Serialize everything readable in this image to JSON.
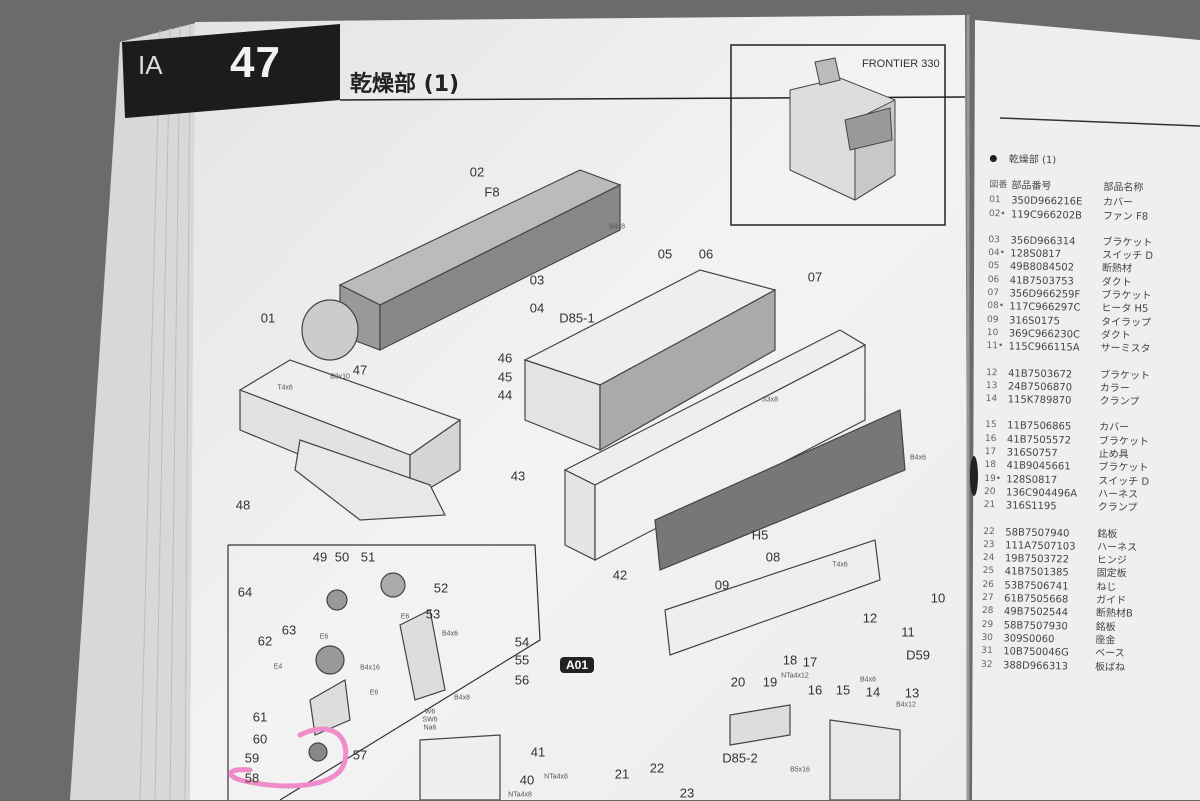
{
  "header": {
    "section_mark": "IA",
    "chapter_number": "47",
    "title": "乾燥部 (1)",
    "model_label": "FRONTIER 330"
  },
  "diagram": {
    "inset_badge": "A01",
    "part_labels": [
      "02",
      "F8",
      "01",
      "03",
      "04",
      "D85-1",
      "05",
      "06",
      "07",
      "46",
      "45",
      "44",
      "47",
      "43",
      "48",
      "42",
      "H5",
      "08",
      "09",
      "10",
      "11",
      "12",
      "D59",
      "17",
      "18",
      "20",
      "19",
      "16",
      "15",
      "14",
      "13",
      "D85-2",
      "21",
      "22",
      "23",
      "40",
      "41",
      "64",
      "49",
      "50",
      "51",
      "52",
      "53",
      "54",
      "55",
      "56",
      "62",
      "63",
      "61",
      "60",
      "59",
      "58",
      "57",
      "E4",
      "E6",
      "E6",
      "E6",
      "B4x6",
      "B4x16",
      "W6",
      "SW6",
      "Na6",
      "B4x8",
      "T4x6",
      "B3x10",
      "B4x8",
      "S3x8",
      "B4x6",
      "T4x6",
      "NTa4x12",
      "B4x6",
      "B4x12",
      "B5x16",
      "NTa4x8",
      "NTa4x8"
    ],
    "highlight_color": "#f08cc8"
  },
  "parts_list": {
    "section": "乾燥部 (1)",
    "columns": [
      "図番",
      "部品番号",
      "部品名称"
    ],
    "groups": [
      [
        [
          "01",
          "350D966216E",
          "カバー"
        ],
        [
          "02•",
          "119C966202B",
          "ファン F8"
        ]
      ],
      [
        [
          "03",
          "356D966314",
          "ブラケット"
        ],
        [
          "04•",
          "128S0817",
          "スイッチ D"
        ],
        [
          "05",
          "49B8084502",
          "断熱材"
        ],
        [
          "06",
          "41B7503753",
          "ダクト"
        ],
        [
          "07",
          "356D966259F",
          "ブラケット"
        ],
        [
          "08•",
          "117C966297C",
          "ヒータ H5"
        ],
        [
          "09",
          "316S0175",
          "タイラップ"
        ],
        [
          "10",
          "369C966230C",
          "ダクト"
        ],
        [
          "11•",
          "115C966115A",
          "サーミスタ"
        ]
      ],
      [
        [
          "12",
          "41B7503672",
          "ブラケット"
        ],
        [
          "13",
          "24B7506870",
          "カラー"
        ],
        [
          "14",
          "115K789870",
          "クランプ"
        ]
      ],
      [
        [
          "15",
          "11B7506865",
          "カバー"
        ],
        [
          "16",
          "41B7505572",
          "ブラケット"
        ],
        [
          "17",
          "316S0757",
          "止め具"
        ],
        [
          "18",
          "41B9045661",
          "ブラケット"
        ],
        [
          "19•",
          "128S0817",
          "スイッチ D"
        ],
        [
          "20",
          "136C904496A",
          "ハーネス"
        ],
        [
          "21",
          "316S1195",
          "クランプ"
        ]
      ],
      [
        [
          "22",
          "58B7507940",
          "銘板"
        ],
        [
          "23",
          "111A7507103",
          "ハーネス"
        ],
        [
          "24",
          "19B7503722",
          "ヒンジ"
        ],
        [
          "25",
          "41B7501385",
          "固定板"
        ],
        [
          "26",
          "53B7506741",
          "ねじ"
        ],
        [
          "27",
          "61B7505668",
          "ガイド"
        ],
        [
          "28",
          "49B7502544",
          "断熱材B"
        ],
        [
          "29",
          "58B7507930",
          "銘板"
        ],
        [
          "30",
          "309S0060",
          "座金"
        ],
        [
          "31",
          "10B750046G",
          "ベース"
        ],
        [
          "32",
          "388D966313",
          "板ばね"
        ]
      ]
    ]
  }
}
